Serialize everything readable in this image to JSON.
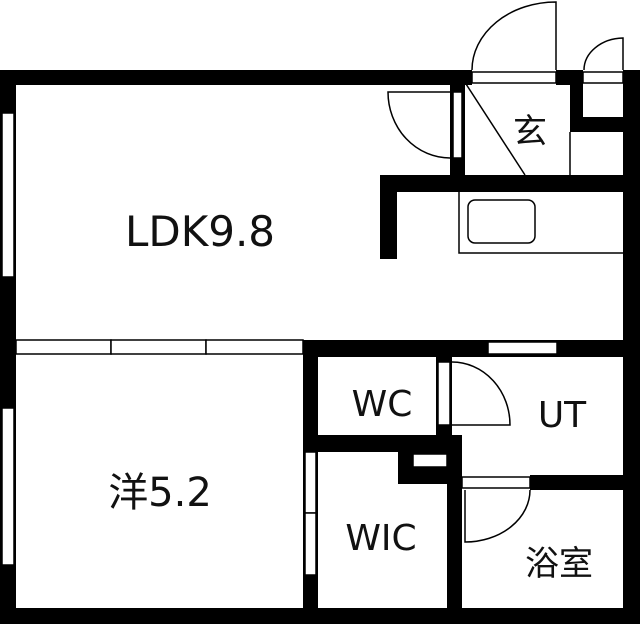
{
  "floor_plan": {
    "rooms": [
      {
        "id": "ldk",
        "label": "LDK9.8"
      },
      {
        "id": "western",
        "label": "洋5.2"
      },
      {
        "id": "entrance",
        "label": "玄"
      },
      {
        "id": "wc",
        "label": "WC"
      },
      {
        "id": "ut",
        "label": "UT"
      },
      {
        "id": "wic",
        "label": "WIC"
      },
      {
        "id": "bath",
        "label": "浴室"
      }
    ]
  },
  "colors": {
    "wall": "#000000",
    "background": "#ffffff"
  }
}
